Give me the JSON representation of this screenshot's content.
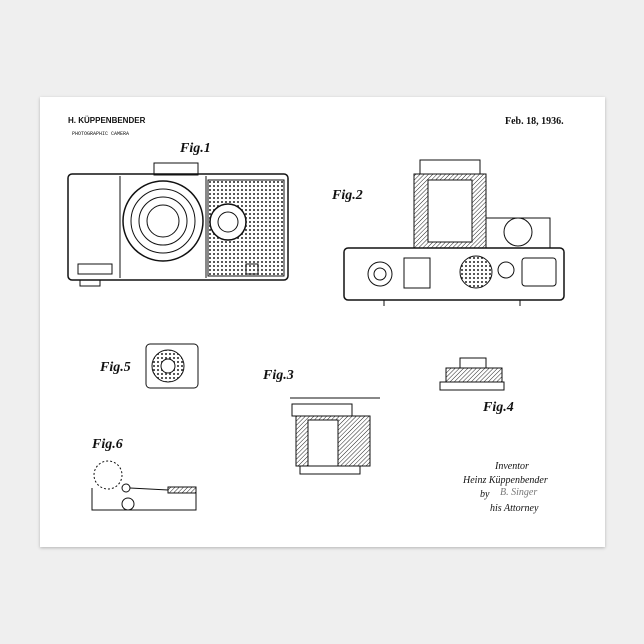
{
  "header": {
    "inventor_name": "H. KÜPPENBENDER",
    "title": "PHOTOGRAPHIC CAMERA",
    "date": "Feb. 18, 1936."
  },
  "figures": {
    "fig1": "Fig.1",
    "fig2": "Fig.2",
    "fig3": "Fig.3",
    "fig4": "Fig.4",
    "fig5": "Fig.5",
    "fig6": "Fig.6"
  },
  "signature": {
    "label": "Inventor",
    "name": "Heinz Küppenbender",
    "by": "by",
    "attorney_signature": "B. Singer",
    "attorney": "his Attorney"
  }
}
